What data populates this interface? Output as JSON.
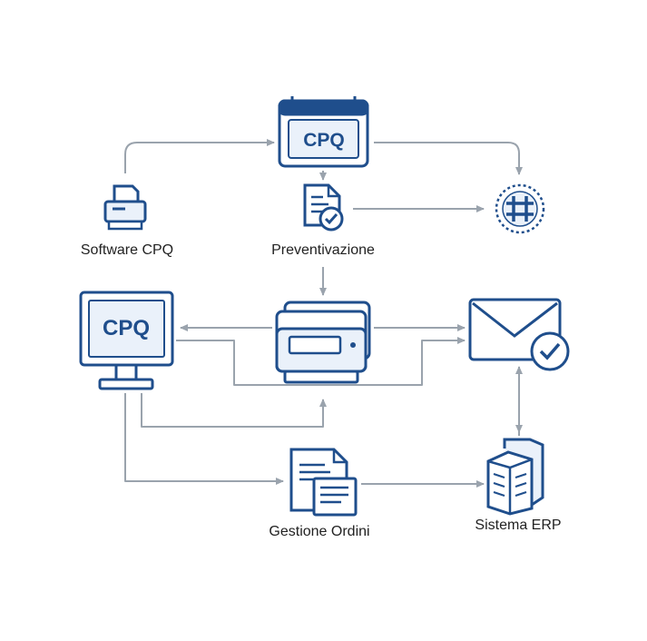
{
  "labels": {
    "cpq_window": "CPQ",
    "cpq_monitor": "CPQ",
    "software_cpq": "Software CPQ",
    "preventivazione": "Preventivazione",
    "gestione_ordini": "Gestione Ordini",
    "sistema_erp": "Sistema ERP"
  },
  "icons": {
    "cpq_window": "calendar-window-icon",
    "software_cpq": "printer-icon",
    "preventivazione": "document-check-icon",
    "network": "network-hash-icon",
    "cpq_monitor": "monitor-icon",
    "printer_center": "printer-stack-icon",
    "email": "email-check-icon",
    "gestione_ordini": "documents-icon",
    "sistema_erp": "server-icon"
  },
  "colors": {
    "icon_stroke": "#1f4e8c",
    "icon_fill": "#eaf1fa",
    "connector": "#9aa3ad",
    "text": "#222222"
  }
}
